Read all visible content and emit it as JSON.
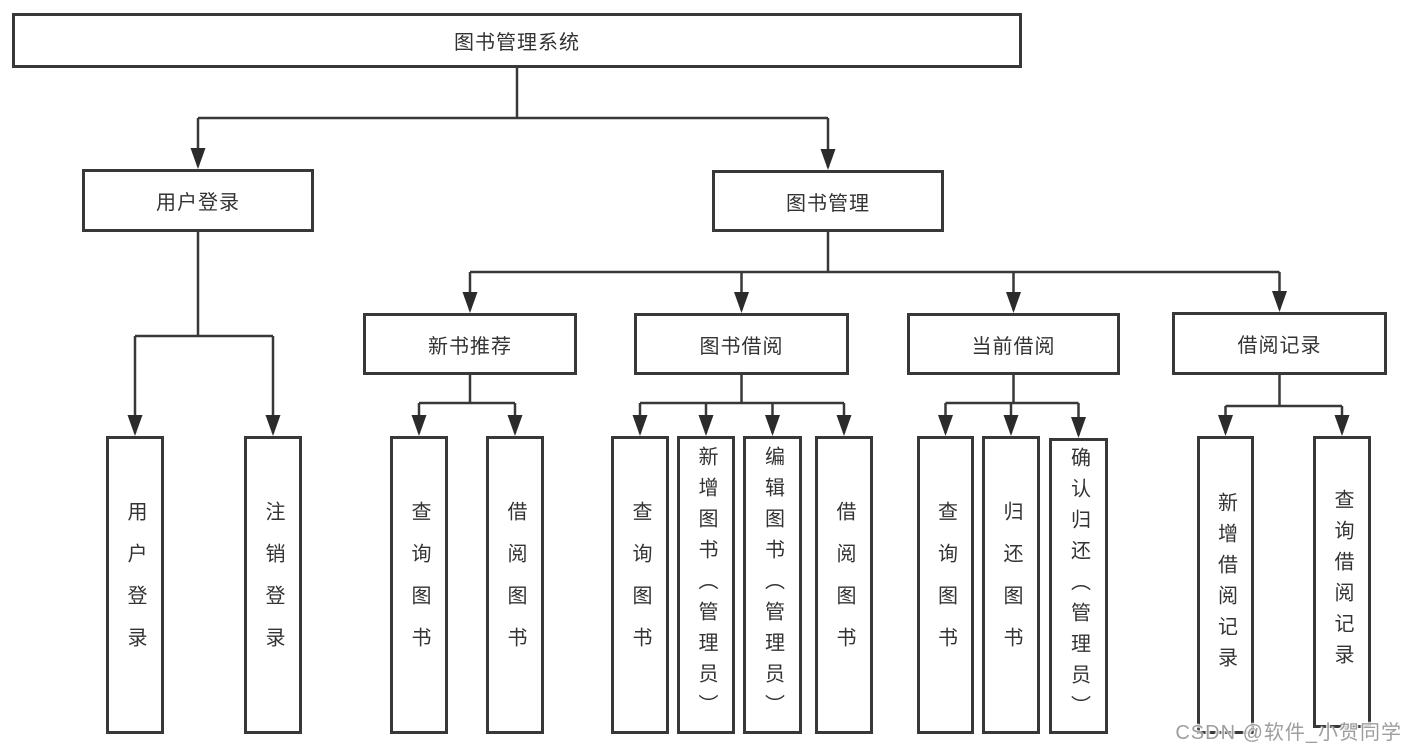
{
  "diagram": {
    "title": "图书管理系统",
    "colors": {
      "line": "#383838",
      "box_border": "#383838",
      "text": "#333333",
      "arrow": "#2b2b2b",
      "watermark": "#9e9e9e"
    },
    "nodes": [
      {
        "id": "root",
        "label": "图书管理系统",
        "level": 1
      },
      {
        "id": "user-login",
        "label": "用户登录",
        "level": 2
      },
      {
        "id": "book-mgmt",
        "label": "图书管理",
        "level": 2
      },
      {
        "id": "new-book-rec",
        "label": "新书推荐",
        "level": 3
      },
      {
        "id": "book-borrow",
        "label": "图书借阅",
        "level": 3
      },
      {
        "id": "current-borrow",
        "label": "当前借阅",
        "level": 3
      },
      {
        "id": "borrow-records",
        "label": "借阅记录",
        "level": 3
      },
      {
        "id": "leaf-user-login",
        "label": "用户登录",
        "level": 4
      },
      {
        "id": "leaf-logout",
        "label": "注销登录",
        "level": 4
      },
      {
        "id": "leaf-query-book-1",
        "label": "查询图书",
        "level": 4
      },
      {
        "id": "leaf-borrow-book-1",
        "label": "借阅图书",
        "level": 4
      },
      {
        "id": "leaf-query-book-2",
        "label": "查询图书",
        "level": 4
      },
      {
        "id": "leaf-add-book",
        "label": "新增图书（管理员）",
        "level": 4
      },
      {
        "id": "leaf-edit-book",
        "label": "编辑图书（管理员）",
        "level": 4
      },
      {
        "id": "leaf-borrow-book-2",
        "label": "借阅图书",
        "level": 4
      },
      {
        "id": "leaf-query-book-3",
        "label": "查询图书",
        "level": 4
      },
      {
        "id": "leaf-return-book",
        "label": "归还图书",
        "level": 4
      },
      {
        "id": "leaf-confirm-return",
        "label": "确认归还（管理员）",
        "level": 4
      },
      {
        "id": "leaf-add-record",
        "label": "新增借阅记录",
        "level": 4
      },
      {
        "id": "leaf-query-record",
        "label": "查询借阅记录",
        "level": 4
      }
    ],
    "edges": [
      {
        "from": "root",
        "to": [
          "user-login",
          "book-mgmt"
        ]
      },
      {
        "from": "user-login",
        "to": [
          "leaf-user-login",
          "leaf-logout"
        ]
      },
      {
        "from": "book-mgmt",
        "to": [
          "new-book-rec",
          "book-borrow",
          "current-borrow",
          "borrow-records"
        ]
      },
      {
        "from": "new-book-rec",
        "to": [
          "leaf-query-book-1",
          "leaf-borrow-book-1"
        ]
      },
      {
        "from": "book-borrow",
        "to": [
          "leaf-query-book-2",
          "leaf-add-book",
          "leaf-edit-book",
          "leaf-borrow-book-2"
        ]
      },
      {
        "from": "current-borrow",
        "to": [
          "leaf-query-book-3",
          "leaf-return-book",
          "leaf-confirm-return"
        ]
      },
      {
        "from": "borrow-records",
        "to": [
          "leaf-add-record",
          "leaf-query-record"
        ]
      }
    ]
  },
  "watermark": {
    "text": "CSDN @软件_小贺同学"
  }
}
